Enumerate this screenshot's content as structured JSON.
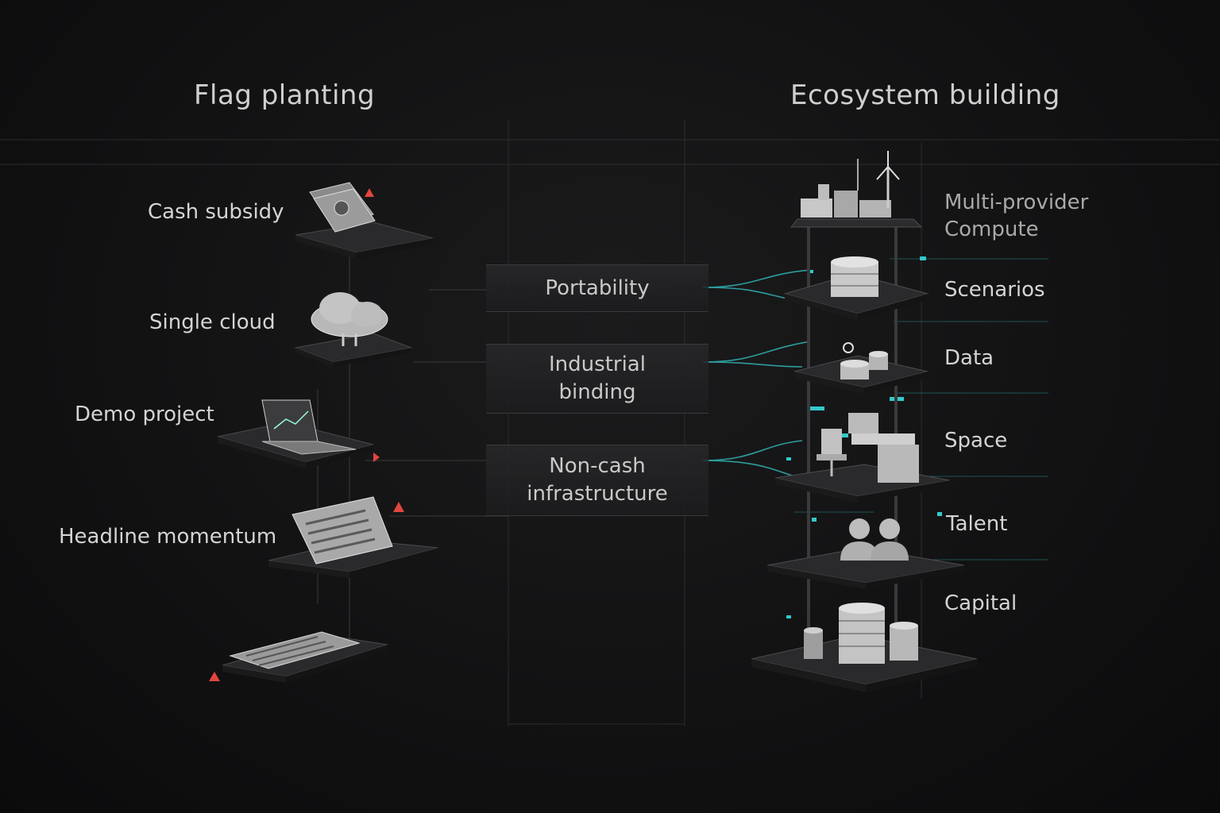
{
  "titles": {
    "left": "Flag planting",
    "right": "Ecosystem building"
  },
  "left_items": [
    {
      "label": "Cash subsidy",
      "icon": "cash-stack-icon"
    },
    {
      "label": "Single cloud",
      "icon": "cloud-icon"
    },
    {
      "label": "Demo project",
      "icon": "laptop-icon"
    },
    {
      "label": "Headline momentum",
      "icon": "newspaper-icon"
    }
  ],
  "middle_items": [
    {
      "line1": "Portability",
      "line2": ""
    },
    {
      "line1": "Industrial",
      "line2": "binding"
    },
    {
      "line1": "Non-cash",
      "line2": "infrastructure"
    }
  ],
  "right_items": [
    {
      "line1": "Multi-provider",
      "line2": "Compute",
      "icon": "factory-wind-turbine-icon"
    },
    {
      "line1": "Scenarios",
      "line2": "",
      "icon": "database-icon"
    },
    {
      "line1": "Data",
      "line2": "",
      "icon": "data-coins-icon"
    },
    {
      "line1": "Space",
      "line2": "",
      "icon": "office-desk-icon"
    },
    {
      "line1": "Talent",
      "line2": "",
      "icon": "people-icon"
    },
    {
      "line1": "Capital",
      "line2": "",
      "icon": "capital-stack-icon"
    }
  ],
  "colors": {
    "accent_teal": "#35c9c9",
    "warning_red": "#e0463e",
    "background": "#121213"
  }
}
